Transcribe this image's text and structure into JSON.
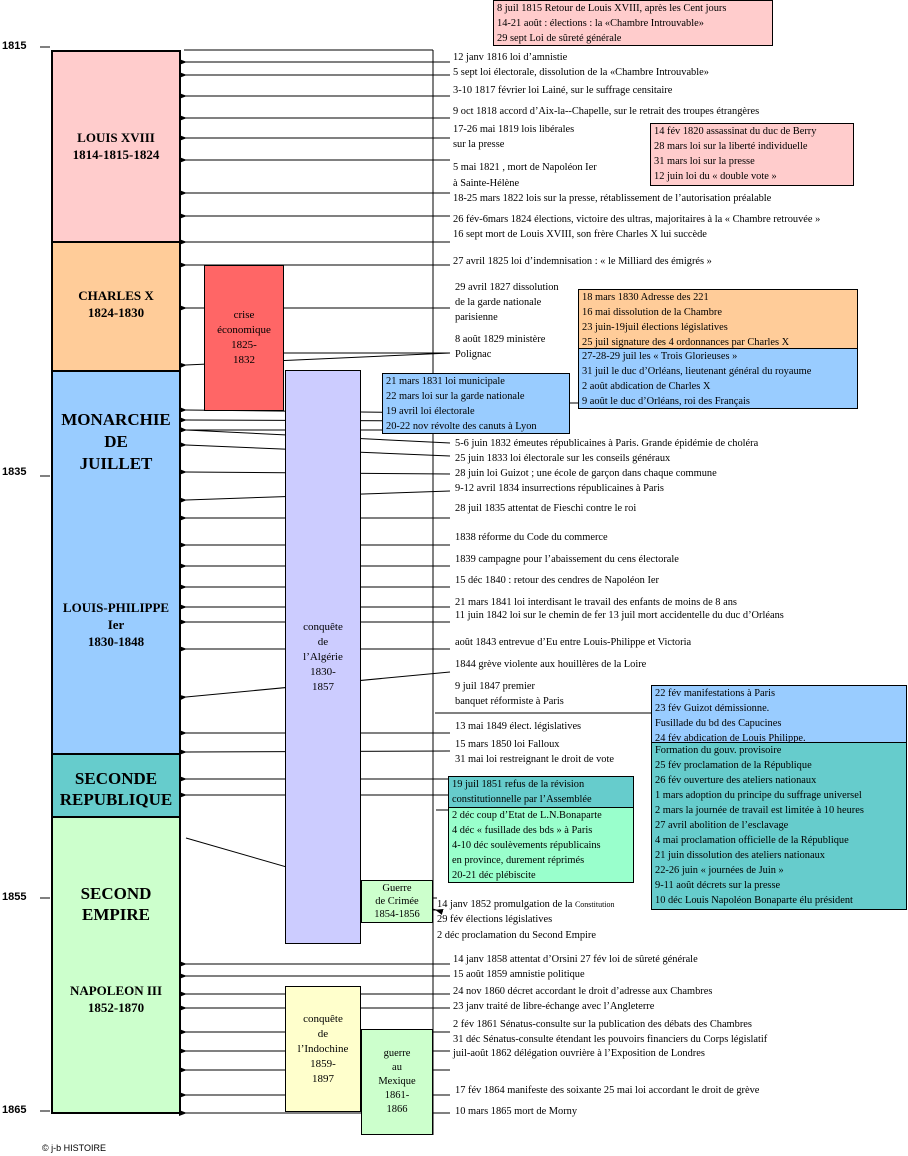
{
  "years": [
    "1815",
    "1835",
    "1855",
    "1865"
  ],
  "periods": {
    "louis18": {
      "name": "LOUIS XVIII",
      "dates": "1814-1815-1824",
      "color": "#ffcccc"
    },
    "charles10": {
      "name": "CHARLES X",
      "dates": "1824-1830",
      "color": "#ffcc99"
    },
    "monarchie": {
      "title_l1": "MONARCHIE",
      "title_l2": "DE",
      "title_l3": "JUILLET",
      "king": "LOUIS-PHILIPPE",
      "king2": "Ier",
      "dates": "1830-1848",
      "color": "#99ccff"
    },
    "seconde_rep": {
      "title_l1": "SECONDE",
      "title_l2": "REPUBLIQUE",
      "color": "#66cccc"
    },
    "second_empire": {
      "title_l1": "SECOND",
      "title_l2": "EMPIRE",
      "emperor": "NAPOLEON III",
      "dates": "1852-1870",
      "color": "#ccffcc"
    }
  },
  "bars": {
    "crise": {
      "l1": "crise",
      "l2": "économique",
      "l3": "1825-",
      "l4": "1832",
      "color": "#ff6666"
    },
    "algerie": {
      "l1": "conquête",
      "l2": "de",
      "l3": "l’Algérie",
      "l4": "1830-",
      "l5": "1857",
      "color": "#ccccff"
    },
    "crimee": {
      "l1": "Guerre",
      "l2": "de Crimée",
      "l3": "1854-1856",
      "color": "#ccffcc"
    },
    "indochine": {
      "l1": "conquête",
      "l2": "de",
      "l3": "l’Indochine",
      "l4": "1859-",
      "l5": "1897",
      "color": "#ffffcc"
    },
    "mexique": {
      "l1": "guerre",
      "l2": "au",
      "l3": "Mexique",
      "l4": "1861-",
      "l5": "1866",
      "color": "#ccffcc"
    }
  },
  "boxes": {
    "b1815": {
      "color": "#ffcccc",
      "lines": [
        "8 juil 1815 Retour de Louis XVIII, après les Cent jours",
        "14-21 août : élections : la «Chambre Introuvable»",
        "29 sept Loi de sûreté générale"
      ]
    },
    "b1820": {
      "color": "#ffcccc",
      "lines": [
        "14 fév 1820 assassinat du duc de Berry",
        "28 mars loi sur la liberté individuelle",
        "31 mars loi sur la presse",
        "12 juin loi du « double vote »"
      ]
    },
    "b1830a": {
      "color": "#ffcc99",
      "lines": [
        "18 mars 1830 Adresse des 221",
        "16 mai dissolution de la Chambre",
        "23 juin-19juil élections législatives",
        "25 juil signature des 4 ordonnances par Charles X"
      ]
    },
    "b1830b": {
      "color": "#99ccff",
      "lines": [
        "27-28-29 juil les « Trois Glorieuses »",
        "31 juil le duc d’Orléans, lieutenant général du royaume",
        "2 août abdication de Charles X",
        "9 août le duc d’Orléans, roi des Français"
      ]
    },
    "b1831": {
      "color": "#99ccff",
      "lines": [
        "21 mars 1831 loi municipale",
        "22 mars loi sur la garde nationale",
        "19 avril loi électorale",
        "20-22 nov révolte des canuts à Lyon"
      ]
    },
    "b1848a": {
      "color": "#99ccff",
      "lines": [
        "22 fév manifestations à Paris",
        "23 fév Guizot démissionne.",
        "Fusillade du bd des Capucines",
        "24 fév abdication de Louis Philippe."
      ]
    },
    "b1848b": {
      "color": "#66cccc",
      "lines": [
        "Formation du gouv. provisoire",
        "25 fév proclamation de la République",
        "26 fév ouverture des ateliers nationaux",
        "1 mars adoption du principe du suffrage universel",
        "2 mars la journée de travail est limitée à 10 heures",
        "27 avril abolition de l’esclavage",
        "4 mai proclamation officielle de la République",
        "21 juin dissolution des ateliers nationaux",
        "22-26 juin « journées de Juin »",
        "9-11 août décrets sur la presse",
        "10 déc Louis Napoléon Bonaparte élu président"
      ]
    },
    "b1851a": {
      "color": "#66cccc",
      "lines": [
        "19 juil 1851 refus de la révision",
        "constitutionnelle par l’Assemblée"
      ]
    },
    "b1851b": {
      "color": "#99ffcc",
      "lines": [
        "2 déc coup d’Etat de L.N.Bonaparte",
        "4 déc « fusillade des bds » à Paris",
        "4-10 déc soulèvements républicains",
        "en province, durement réprimés",
        "20-21 déc plébiscite"
      ]
    }
  },
  "events": [
    "12 janv 1816 loi d’amnistie",
    "5 sept loi électorale, dissolution de la «Chambre Introuvable»",
    "3-10 1817 février loi Lainé, sur le suffrage censitaire",
    "9 oct 1818 accord d’Aix-la--Chapelle, sur le retrait des troupes étrangères",
    "17-26 mai 1819 lois libérales",
    "sur la presse",
    "5 mai 1821 , mort de Napoléon Ier",
    "à Sainte-Hélène",
    "18-25 mars 1822 lois sur la presse, rétablissement de l’autorisation préalable",
    "26 fév-6mars 1824 élections, victoire des ultras, majoritaires à la « Chambre retrouvée »",
    "16 sept mort de Louis XVIII, son frère Charles X lui succède",
    "27 avril 1825 loi d’indemnisation : « le Milliard des émigrés »",
    "29 avril 1827 dissolution",
    "de la garde nationale",
    "parisienne",
    "8 août 1829 ministère",
    "Polignac",
    "5-6 juin 1832 émeutes républicaines à Paris. Grande épidémie de choléra",
    "25 juin 1833 loi électorale sur les conseils généraux",
    "28 juin loi Guizot ; une école de garçon dans chaque commune",
    "9-12 avril 1834 insurrections républicaines à Paris",
    "28 juil 1835 attentat de Fieschi contre le roi",
    "1838 réforme du Code du commerce",
    "1839 campagne pour l’abaissement du cens électorale",
    "15 déc 1840 : retour des cendres de Napoléon Ier",
    "21 mars 1841 loi interdisant le travail des enfants de moins de 8 ans",
    "11 juin 1842 loi sur le chemin de fer 13 juil mort accidentelle du duc d’Orléans",
    "août 1843 entrevue d’Eu entre Louis-Philippe et Victoria",
    "1844 grève violente aux houillères de la Loire",
    "9 juil 1847 premier",
    "banquet réformiste à Paris",
    "13 mai 1849 élect. législatives",
    "15 mars 1850 loi Falloux",
    "31 mai loi restreignant le droit de vote",
    "14 janv 1852  promulgation de la ",
    "Constitution",
    "29 fév élections législatives",
    "2 déc proclamation du Second Empire",
    "14 janv 1858 attentat d’Orsini 27 fév loi de sûreté générale",
    "15 août 1859 amnistie politique",
    "24 nov 1860 décret accordant le droit d’adresse aux Chambres",
    "23 janv traité de libre-échange avec l’Angleterre",
    "2 fév 1861 Sénatus-consulte sur la publication des débats des Chambres",
    "31 déc Sénatus-consulte étendant les pouvoirs financiers du Corps législatif",
    "juil-août 1862 délégation ouvrière à l’Exposition de Londres",
    "17 fév 1864 manifeste des soixante 25 mai loi accordant le droit de grève",
    "10 mars 1865 mort de Morny"
  ],
  "copyright": "© j-b HISTOIRE"
}
